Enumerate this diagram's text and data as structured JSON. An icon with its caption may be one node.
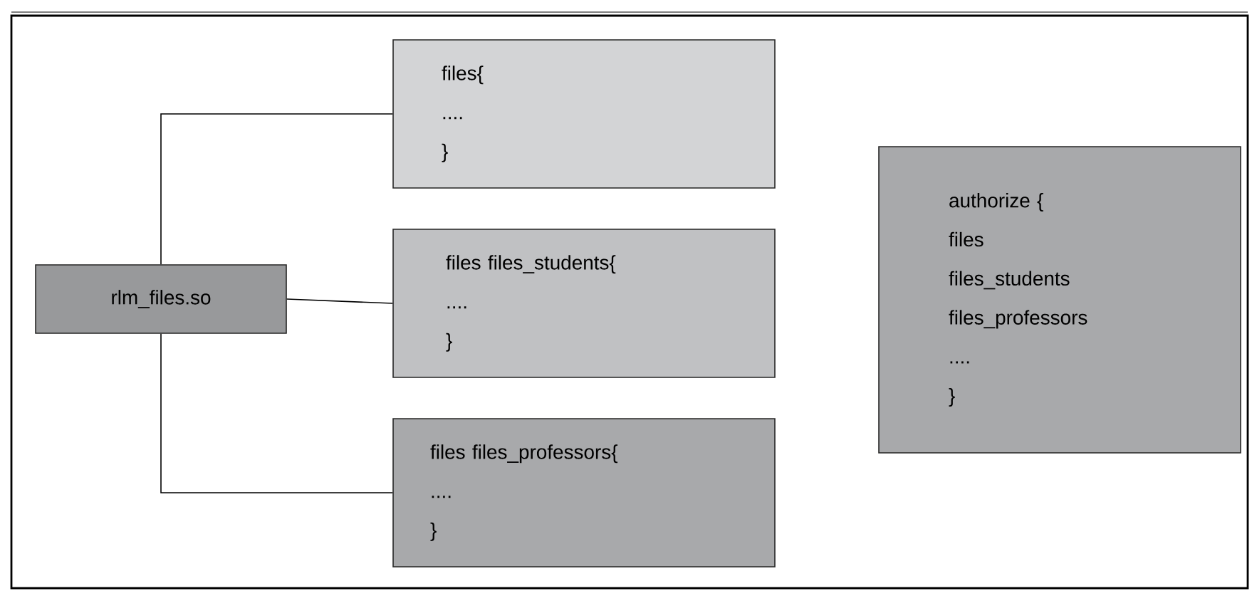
{
  "diagram": {
    "nodes": [
      {
        "text": [
          "rlm_files.so"
        ]
      },
      {
        "text": [
          "files{",
          "....",
          "}"
        ]
      },
      {
        "text": [
          "files files_students{",
          "....",
          "}"
        ]
      },
      {
        "text": [
          "files files_professors{",
          "....",
          "}"
        ]
      },
      {
        "text": [
          "authorize {",
          "files",
          "files_students",
          "files_professors",
          "....",
          "}"
        ]
      }
    ],
    "edges": [
      {
        "from": 0,
        "to": 1,
        "arrow": "none"
      },
      {
        "from": 0,
        "to": 2,
        "arrow": "none"
      },
      {
        "from": 0,
        "to": 3,
        "arrow": "none"
      }
    ]
  }
}
